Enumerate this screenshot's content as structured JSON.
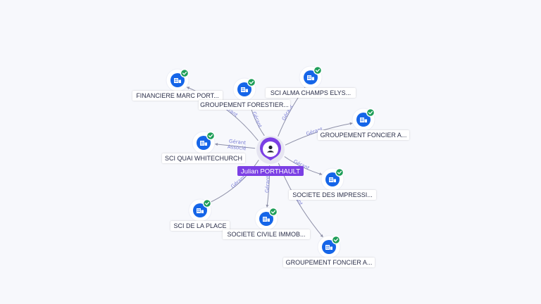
{
  "center": {
    "label": "Julian PORTHAULT",
    "icon": "person-icon",
    "color": "#7b3fe4"
  },
  "nodes": [
    {
      "label": "FINANCIERE MARC PORT...",
      "icon": "company-icon",
      "verified": true
    },
    {
      "label": "GROUPEMENT FORESTIER...",
      "icon": "company-icon",
      "verified": true
    },
    {
      "label": "SCI ALMA CHAMPS ELYS...",
      "icon": "company-icon",
      "verified": true
    },
    {
      "label": "GROUPEMENT FONCIER A...",
      "icon": "company-icon",
      "verified": true
    },
    {
      "label": "SCI QUAI WHITECHURCH",
      "icon": "company-icon",
      "verified": true
    },
    {
      "label": "SOCIETE DES IMPRESSI...",
      "icon": "company-icon",
      "verified": true
    },
    {
      "label": "SCI DE LA PLACE",
      "icon": "company-icon",
      "verified": true
    },
    {
      "label": "SOCIETE CIVILE IMMOB...",
      "icon": "company-icon",
      "verified": true
    },
    {
      "label": "GROUPEMENT FONCIER A...",
      "icon": "company-icon",
      "verified": true
    }
  ],
  "edges": [
    {
      "target": 0,
      "labels": [
        "Gérant"
      ]
    },
    {
      "target": 1,
      "labels": [
        "Gérant"
      ]
    },
    {
      "target": 2,
      "labels": [
        "Gérant"
      ]
    },
    {
      "target": 3,
      "labels": [
        "Gérant"
      ]
    },
    {
      "target": 4,
      "labels": [
        "Gérant",
        "Associé"
      ]
    },
    {
      "target": 5,
      "labels": [
        "Gérant"
      ]
    },
    {
      "target": 6,
      "labels": [
        "Gérant"
      ]
    },
    {
      "target": 7,
      "labels": [
        "Gérant"
      ]
    },
    {
      "target": 8,
      "labels": [
        "Gérant"
      ]
    }
  ],
  "colors": {
    "node": "#1565e8",
    "badge": "#1e9e58",
    "edge": "#8e90a8",
    "edge_label": "#7b7fd6"
  }
}
